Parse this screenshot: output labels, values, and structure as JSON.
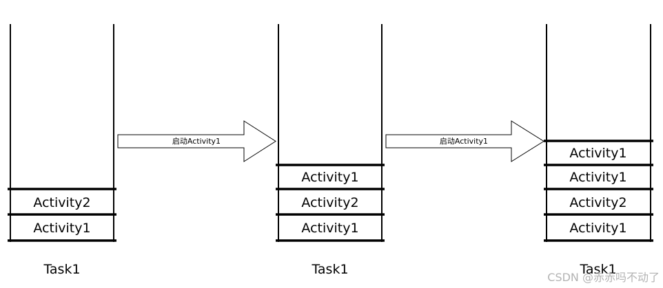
{
  "stacks": [
    {
      "task_label": "Task1",
      "items": [
        "Activity2",
        "Activity1"
      ]
    },
    {
      "task_label": "Task1",
      "items": [
        "Activity1",
        "Activity2",
        "Activity1"
      ]
    },
    {
      "task_label": "Task1",
      "items": [
        "Activity1",
        "Activity1",
        "Activity2",
        "Activity1"
      ]
    }
  ],
  "arrows": [
    {
      "label": "启动Activity1"
    },
    {
      "label": "启动Activity1"
    }
  ],
  "watermark": "CSDN @赤赤吗不动了"
}
